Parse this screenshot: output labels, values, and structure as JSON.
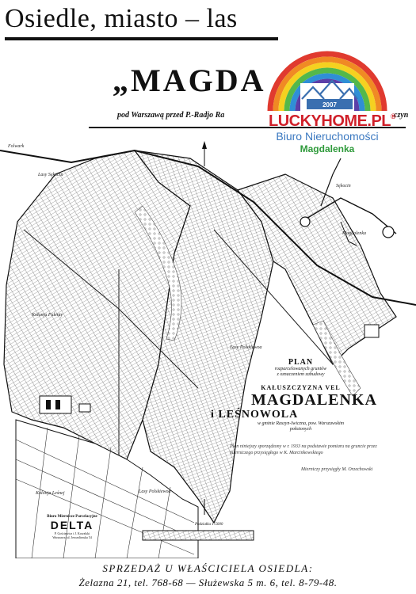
{
  "poster": {
    "headline": "Osiedle,  miasto – las",
    "estate_name": "„MAGDA",
    "subline": "pod Warszawą przed P.-Radjo Ra",
    "subline_right": "czyn"
  },
  "logo": {
    "year": "2007",
    "brand": "LUCKYHOME.PL",
    "registered": "®",
    "subtitle": "Biuro Nieruchomości",
    "location": "Magdalenka",
    "colors": [
      "#e03a2f",
      "#f08a24",
      "#f5d120",
      "#54b84a",
      "#2f8fd6",
      "#5b3fa8"
    ]
  },
  "map_labels": {
    "las_sekocin": "Lasy Sękocin",
    "folwark": "Folwark",
    "kolonia_falenty": "Kolonja Falenty",
    "las_polskiewoa": "Lasy Polskiewoa",
    "las_polskiewoa2": "Lasy Polskiewoa",
    "kolonia_lesnej": "Kolonja Leśnej",
    "inset_sekocin": "Sękocin",
    "inset_magdalenka": "Magdalenka"
  },
  "plan": {
    "title": "PLAN",
    "sub1": "rozparcelowanych gruntów",
    "sub2": "z oznaczeniem zabudowy",
    "prefix": "KAŁUSZCZYZNA VEL",
    "name1": "MAGDALENKA",
    "name2": "i LEŚNOWOLA",
    "gmina1": "w gminie Raszyn-Iwiczna, pow. Warszawskim",
    "gmina2": "położonych",
    "note": "Plan niniejszy sporządzony w r. 1933 na podstawie pomiaru na gruncie przez mierniczego przysięgłego w K. Marcinkowskiego",
    "sign": "Mierniczy przysięgły M. Orzechowski"
  },
  "bureau": {
    "line1": "Biuro Miernicze Parcelacyjne",
    "name": "DELTA",
    "line2": "P. Gościewicz i J. Kowalski",
    "line3": "Warszawa, ul. Jerozolimska 54",
    "scale": "Podziałka 1:5000"
  },
  "sale": {
    "title": "SPRZEDAŻ U WŁAŚCICIELA OSIEDLA:",
    "address": "Żelazna 21, tel. 768-68 — Służewska 5 m. 6, tel. 8-79-48."
  }
}
